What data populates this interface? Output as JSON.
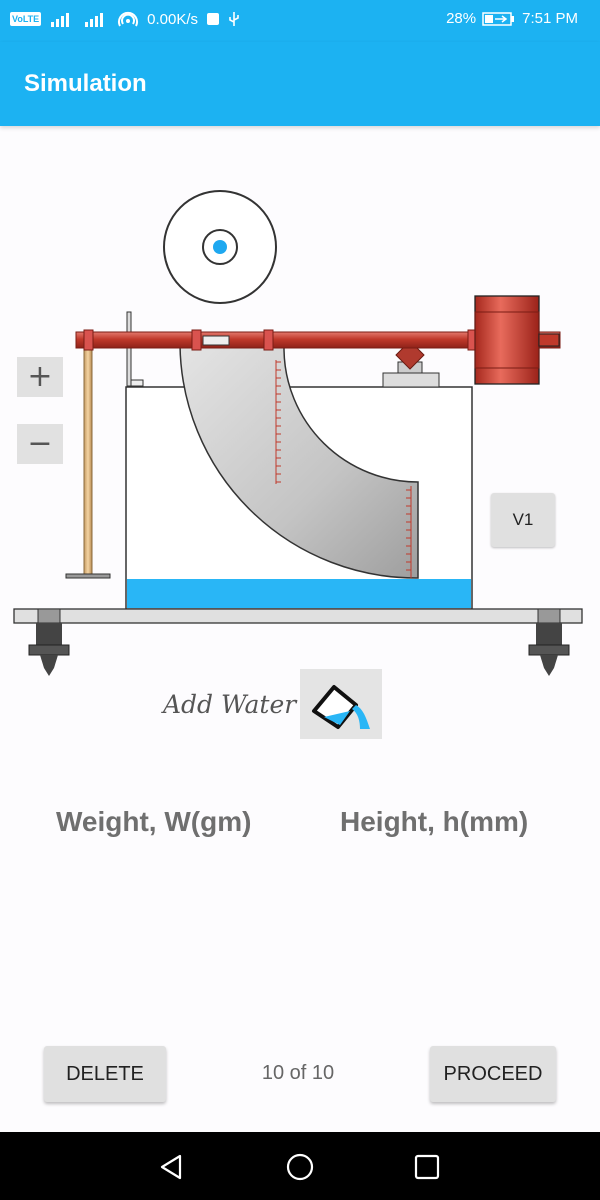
{
  "status_bar": {
    "volte": "VoLTE",
    "net_speed": "0.00K/s",
    "battery": "28%",
    "time": "7:51 PM"
  },
  "app_bar": {
    "title": "Simulation"
  },
  "controls": {
    "zoom_in": "+",
    "zoom_out": "−",
    "v1": "V1",
    "add_water_label": "Add Water"
  },
  "headers": {
    "weight": "Weight, W(gm)",
    "height": "Height, h(mm)"
  },
  "footer": {
    "delete": "DELETE",
    "pager": "10 of 10",
    "proceed": "PROCEED"
  },
  "colors": {
    "primary": "#1cb2f2",
    "water": "#29b6f6",
    "beam": "#c0392b",
    "quadrant": "#cccccc"
  },
  "icons": [
    "signal-icon",
    "hotspot-icon",
    "stop-icon",
    "usb-icon",
    "battery-icon",
    "water-pour-icon",
    "back-icon",
    "home-icon",
    "recents-icon"
  ]
}
